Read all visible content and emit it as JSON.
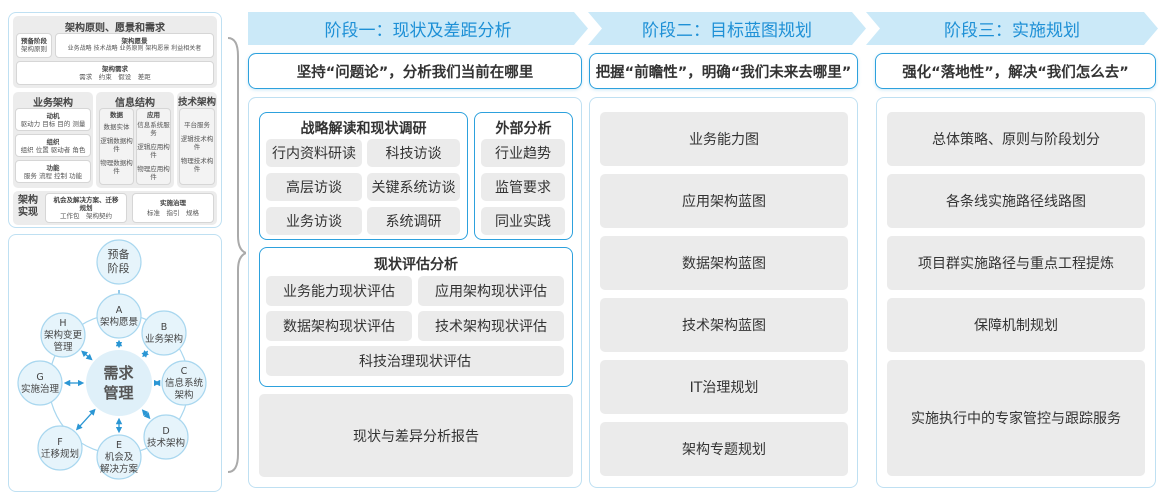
{
  "left_top": {
    "title": "架构原则、愿景和需求",
    "prelim": {
      "title": "预备阶段",
      "text": "架构原则"
    },
    "vision": {
      "title": "架构愿景",
      "text": "业务战略 技术战略 业务原则 架构愿景 利益相关者"
    },
    "req": {
      "title": "架构需求",
      "text": "需求　约束　假设　差距"
    },
    "business": {
      "title": "业务架构",
      "items": [
        {
          "title": "动机",
          "text": "驱动力 目标 目的 测量"
        },
        {
          "title": "组织",
          "text": "组织 位置 驱动者 角色"
        },
        {
          "title": "功能",
          "text": "服务 流程 控制 功能"
        }
      ]
    },
    "info": {
      "title": "信息结构",
      "data": {
        "title": "数据",
        "items": [
          "数据实体",
          "逻辑数据构件",
          "物理数据构件"
        ]
      },
      "app": {
        "title": "应用",
        "items": [
          "信息系统服务",
          "逻辑应用构件",
          "物理应用构件"
        ]
      }
    },
    "tech": {
      "title": "技术架构",
      "items": [
        "平台服务",
        "逻辑技术构件",
        "物理技术构件"
      ]
    },
    "impl": {
      "title": "架构实现",
      "opp": {
        "title": "机会及解决方案、迁移规划",
        "text": "工作包　架构契约"
      },
      "gov": {
        "title": "实施治理",
        "text": "标准　指引　规格"
      }
    }
  },
  "cycle": {
    "center": "需求管理",
    "prelim": "预备阶段",
    "nodes": [
      {
        "letter": "A",
        "label": "架构愿景"
      },
      {
        "letter": "B",
        "label": "业务架构"
      },
      {
        "letter": "C",
        "label": "信息系统架构"
      },
      {
        "letter": "D",
        "label": "技术架构"
      },
      {
        "letter": "E",
        "label": "机会及解决方案"
      },
      {
        "letter": "F",
        "label": "迁移规划"
      },
      {
        "letter": "G",
        "label": "实施治理"
      },
      {
        "letter": "H",
        "label": "架构变更管理"
      }
    ]
  },
  "stages": [
    {
      "title": "阶段一：现状及差距分析",
      "subtitle": "坚持“问题论”，分析我们当前在哪里"
    },
    {
      "title": "阶段二：目标蓝图规划",
      "subtitle": "把握“前瞻性”，明确“我们未来去哪里”"
    },
    {
      "title": "阶段三：实施规划",
      "subtitle": "强化“落地性”，解决“我们怎么去”"
    }
  ],
  "stage1": {
    "research": {
      "title": "战略解读和现状调研",
      "items": [
        "行内资料研读",
        "科技访谈",
        "高层访谈",
        "关键系统访谈",
        "业务访谈",
        "系统调研"
      ]
    },
    "external": {
      "title": "外部分析",
      "items": [
        "行业趋势",
        "监管要求",
        "同业实践"
      ]
    },
    "assess": {
      "title": "现状评估分析",
      "items": [
        "业务能力现状评估",
        "应用架构现状评估",
        "数据架构现状评估",
        "技术架构现状评估",
        "科技治理现状评估"
      ]
    },
    "report": "现状与差异分析报告"
  },
  "stage2": {
    "items": [
      "业务能力图",
      "应用架构蓝图",
      "数据架构蓝图",
      "技术架构蓝图",
      "IT治理规划",
      "架构专题规划"
    ]
  },
  "stage3": {
    "items": [
      "总体策略、原则与阶段划分",
      "各条线实施路径线路图",
      "项目群实施路径与重点工程提炼",
      "保障机制规划",
      "实施执行中的专家管控与跟踪服务"
    ]
  },
  "colors": {
    "accent": "#2da1dd",
    "header_bg": "#cbe9f8",
    "header_text": "#1e90d6",
    "box_gray": "#ebebeb"
  }
}
